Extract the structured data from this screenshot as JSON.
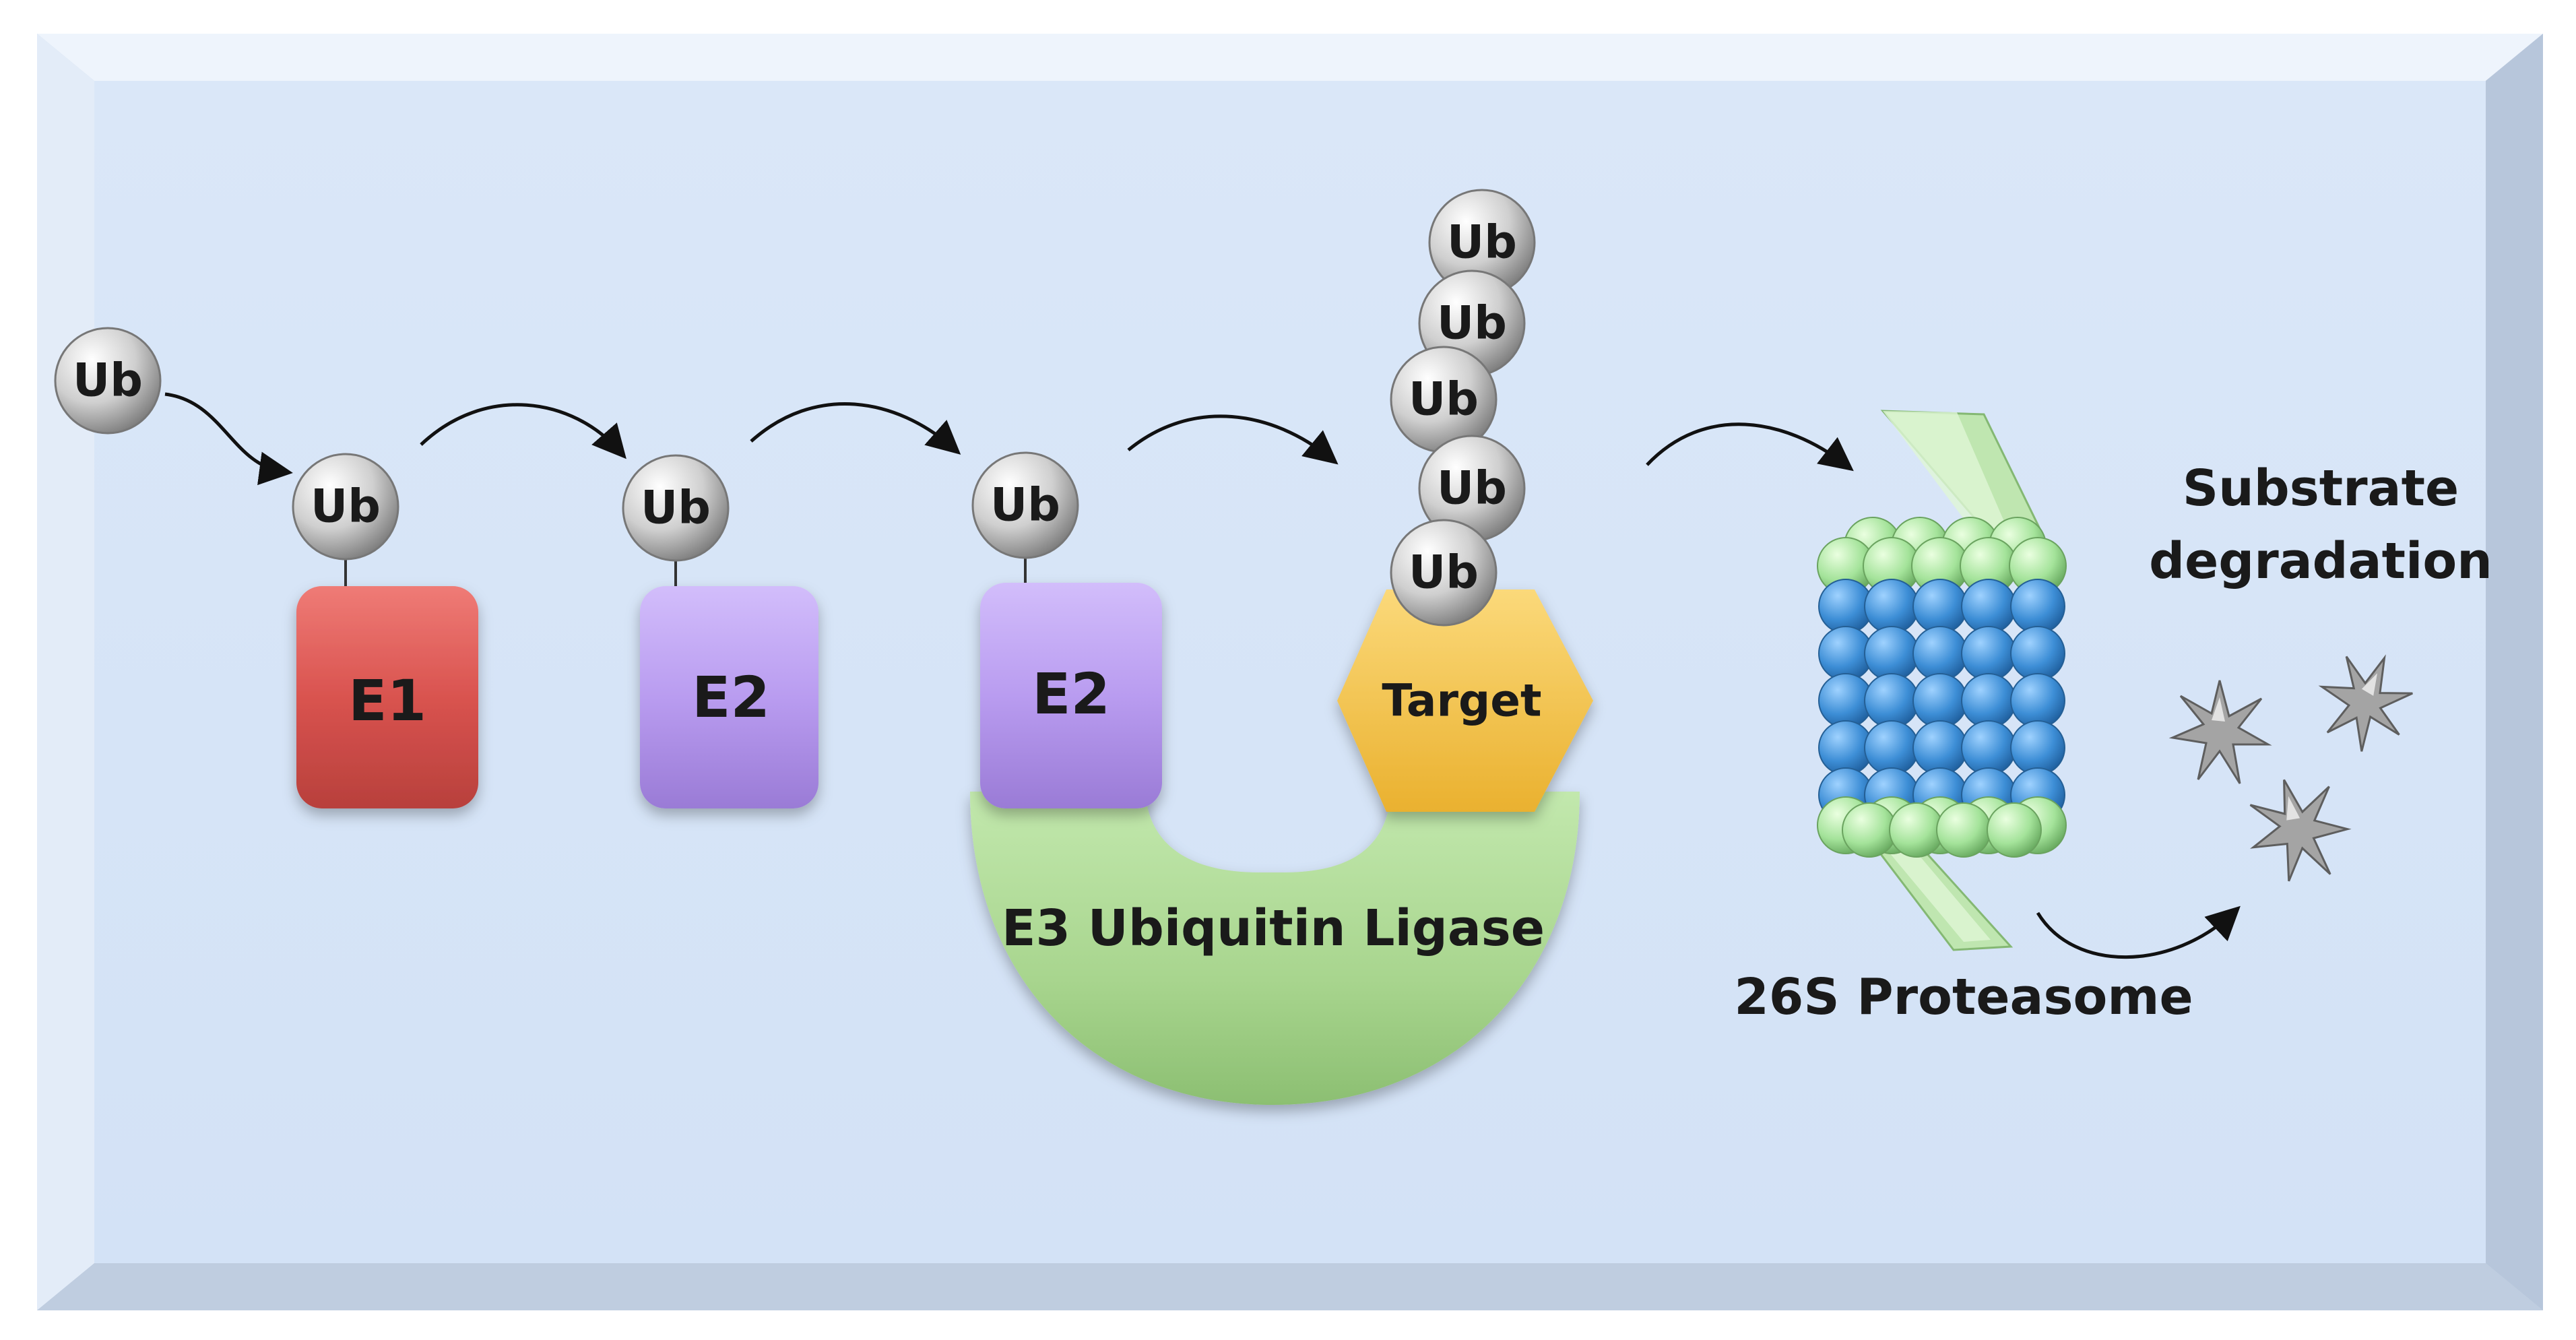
{
  "labels": {
    "ub": "Ub",
    "e1": "E1",
    "e2": "E2",
    "target": "Target",
    "e3": "E3 Ubiquitin Ligase",
    "proteasome": "26S Proteasome",
    "substrate_line1": "Substrate",
    "substrate_line2": "degradation"
  },
  "colors": {
    "background": "#d8e6f8",
    "e1": "#d9534f",
    "e2": "#b99cf0",
    "e3": "#a8d58e",
    "target": "#f5c451",
    "proteasome_core": "#3d8ed6",
    "proteasome_ring": "#9fe09a",
    "ubiquitin": "#d2d2d2"
  },
  "icons": [
    "ubiquitin-sphere",
    "proteasome-barrel",
    "peptide-fragment"
  ]
}
